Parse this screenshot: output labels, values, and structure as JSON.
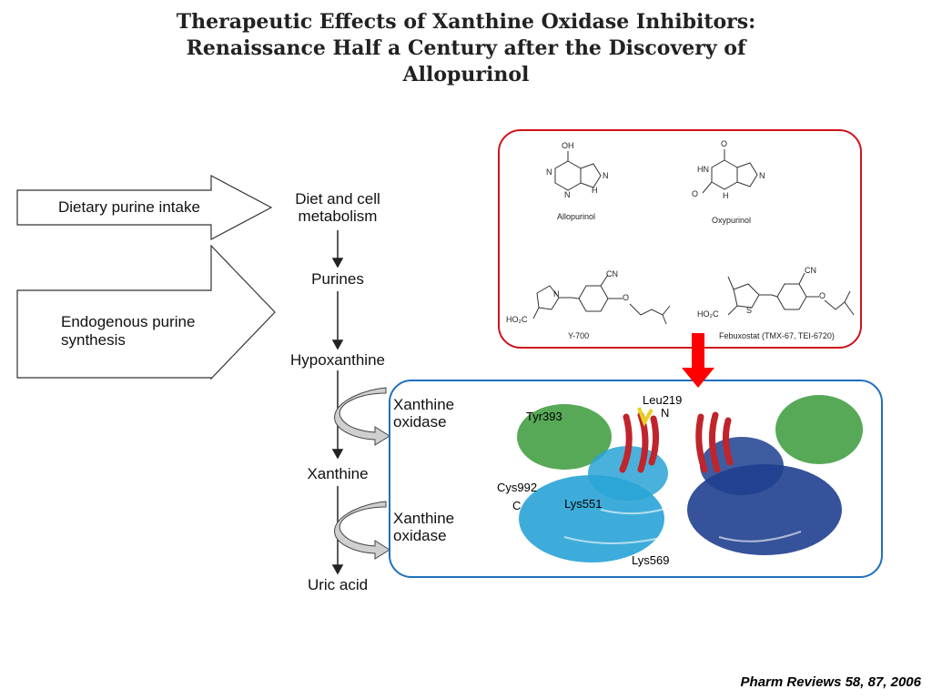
{
  "title": {
    "line1": "Therapeutic Effects of Xanthine Oxidase Inhibitors:",
    "line2": "Renaissance Half a Century after the Discovery of",
    "line3": "Allopurinol"
  },
  "inputs": {
    "dietary": "Dietary purine intake",
    "endogenous_line1": "Endogenous purine",
    "endogenous_line2": "synthesis"
  },
  "pathway": {
    "diet_line1": "Diet and cell",
    "diet_line2": "metabolism",
    "purines": "Purines",
    "hypoxanthine": "Hypoxanthine",
    "xanthine": "Xanthine",
    "uric_acid": "Uric acid",
    "enzyme1_line1": "Xanthine",
    "enzyme1_line2": "oxidase",
    "enzyme2_line1": "Xanthine",
    "enzyme2_line2": "oxidase"
  },
  "structures": {
    "allopurinol": "Allopurinol",
    "oxypurinol": "Oxypurinol",
    "y700": "Y-700",
    "febuxostat": "Febuxostat (TMX-67, TEI-6720)"
  },
  "atoms": {
    "oh": "OH",
    "n": "N",
    "h": "H",
    "o": "O",
    "hn": "HN",
    "cn": "CN",
    "s": "S",
    "ho2c": "HO₂C"
  },
  "protein": {
    "tyr393": "Tyr393",
    "leu219": "Leu219",
    "n_term": "N",
    "cys992": "Cys992",
    "c_term": "C",
    "lys551": "Lys551",
    "lys569": "Lys569"
  },
  "colors": {
    "inhibitor_box": "#d0121b",
    "enzyme_box": "#1f6fbf",
    "connector_arrow": "#ff0000",
    "helix_red": "#c0242c",
    "sheet_green": "#3a9a3a",
    "domain_cyan": "#29a3d6",
    "domain_navy": "#1f3f8f"
  },
  "citation": "Pharm Reviews  58, 87, 2006"
}
